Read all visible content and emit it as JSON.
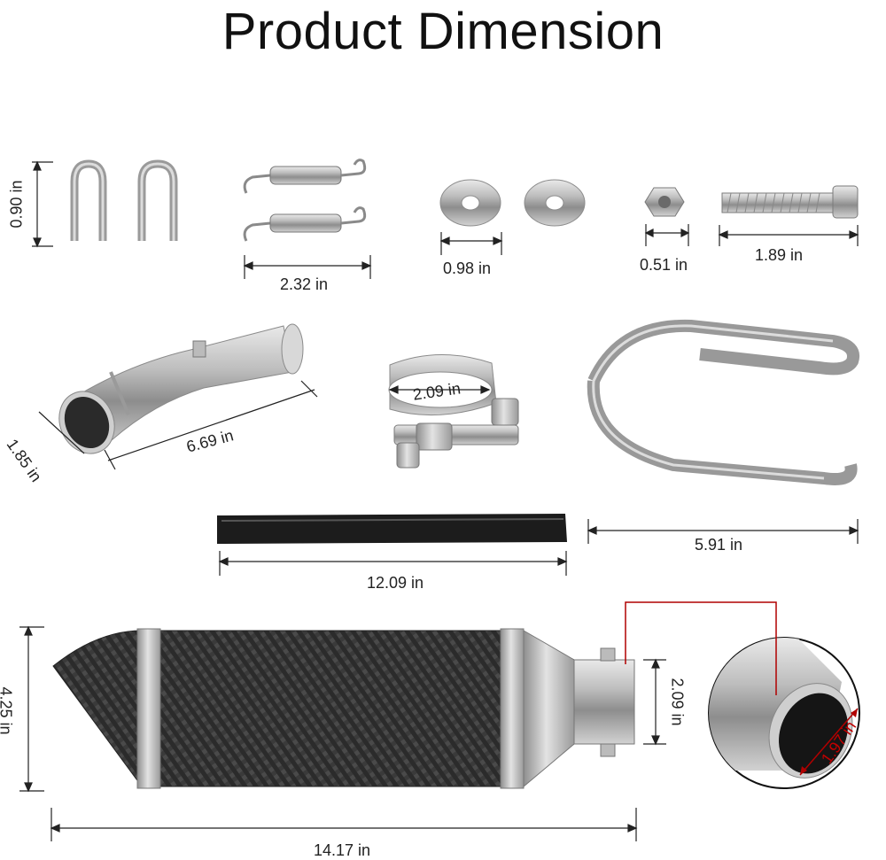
{
  "title": "Product Dimension",
  "dimensions": {
    "u_bolt_height": "0.90 in",
    "spring_length": "2.32 in",
    "washer_diameter": "0.98 in",
    "nut_width": "0.51 in",
    "bolt_length": "1.89 in",
    "link_pipe_diameter": "1.85 in",
    "link_pipe_length": "6.69 in",
    "clamp_diameter": "2.09 in",
    "strip_length": "12.09 in",
    "bracket_length": "5.91 in",
    "muffler_height": "4.25 in",
    "muffler_length": "14.17 in",
    "outlet_height": "2.09 in",
    "outlet_inner_diameter": "1.97 in"
  }
}
